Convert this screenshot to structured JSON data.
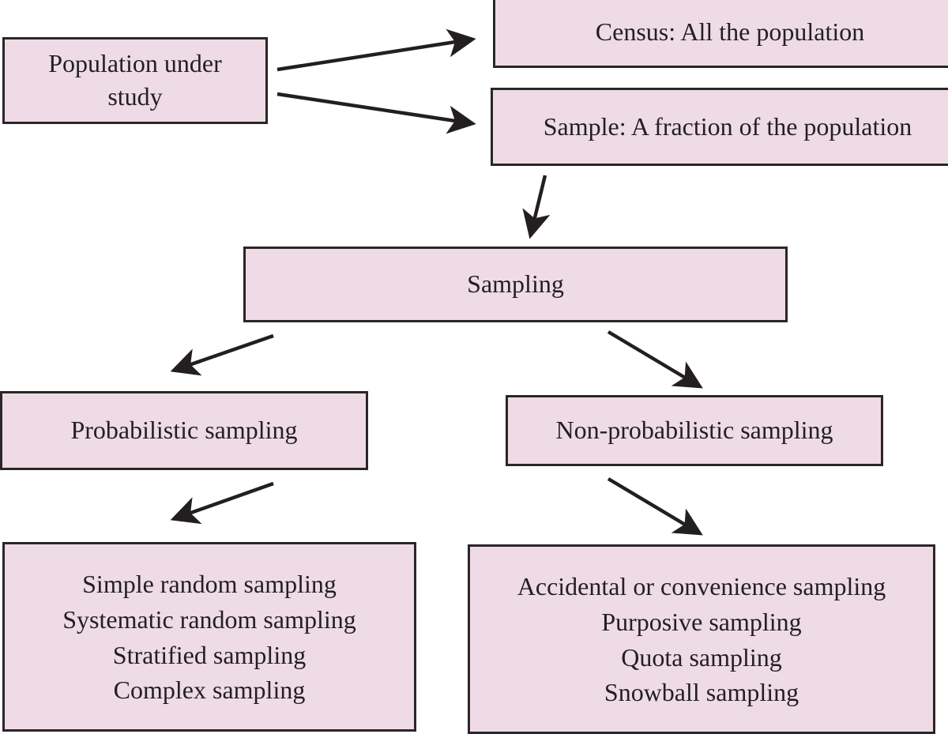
{
  "diagram": {
    "title": "Population sampling flow",
    "colors": {
      "box_fill": "#eedbe5",
      "box_border": "#2b2628",
      "arrow": "#231f20",
      "text": "#231f20"
    },
    "nodes": {
      "population": {
        "lines": [
          "Population under",
          "study"
        ]
      },
      "census": {
        "lines": [
          "Census: All the population"
        ]
      },
      "sample": {
        "lines": [
          "Sample: A fraction of the population"
        ]
      },
      "sampling": {
        "lines": [
          "Sampling"
        ]
      },
      "probabilistic": {
        "lines": [
          "Probabilistic sampling"
        ]
      },
      "non_probabilistic": {
        "lines": [
          "Non-probabilistic sampling"
        ]
      },
      "probabilistic_methods": {
        "lines": [
          "Simple random sampling",
          "Systematic random sampling",
          "Stratified sampling",
          "Complex sampling"
        ]
      },
      "non_probabilistic_methods": {
        "lines": [
          "Accidental or convenience sampling",
          "Purposive sampling",
          "Quota sampling",
          "Snowball sampling"
        ]
      }
    },
    "edges": [
      {
        "from": "population",
        "to": "census"
      },
      {
        "from": "population",
        "to": "sample"
      },
      {
        "from": "sample",
        "to": "sampling"
      },
      {
        "from": "sampling",
        "to": "probabilistic"
      },
      {
        "from": "sampling",
        "to": "non_probabilistic"
      },
      {
        "from": "probabilistic",
        "to": "probabilistic_methods"
      },
      {
        "from": "non_probabilistic",
        "to": "non_probabilistic_methods"
      }
    ]
  }
}
